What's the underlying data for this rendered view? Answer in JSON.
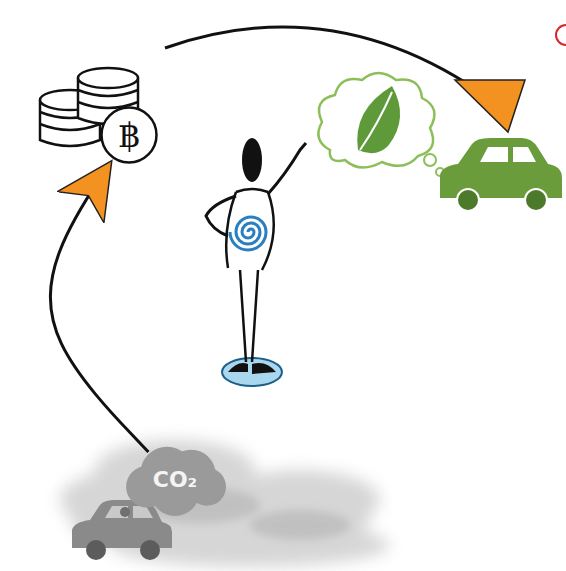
{
  "diagram": {
    "nodes": [
      {
        "text": [
          "฿"
        ]
      },
      {
        "text": [
          "CO₂"
        ]
      }
    ],
    "edges": [
      {
        "from": 1,
        "to": 0,
        "arrow": "to"
      }
    ]
  }
}
